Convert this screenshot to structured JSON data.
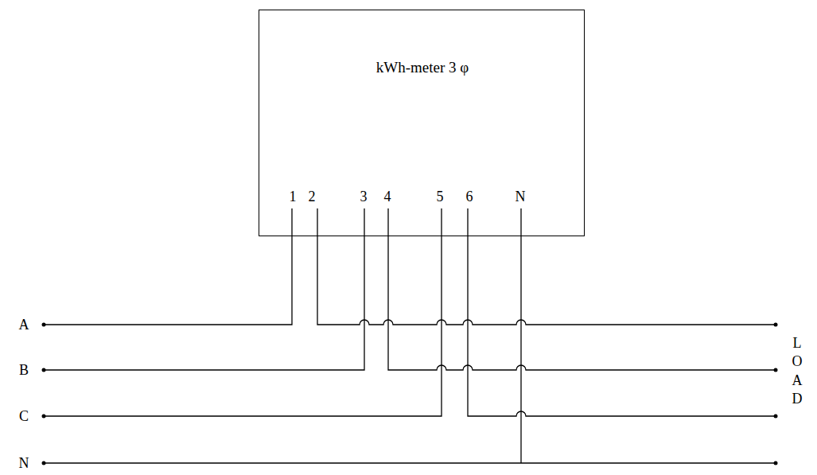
{
  "diagram": {
    "nodes": [
      {
        "text": [
          "kWh-meter 3 φ"
        ]
      }
    ],
    "labels": [
      "1",
      "2",
      "3",
      "4",
      "5",
      "6",
      "N",
      "A",
      "B",
      "C",
      "N",
      "LOAD"
    ]
  }
}
